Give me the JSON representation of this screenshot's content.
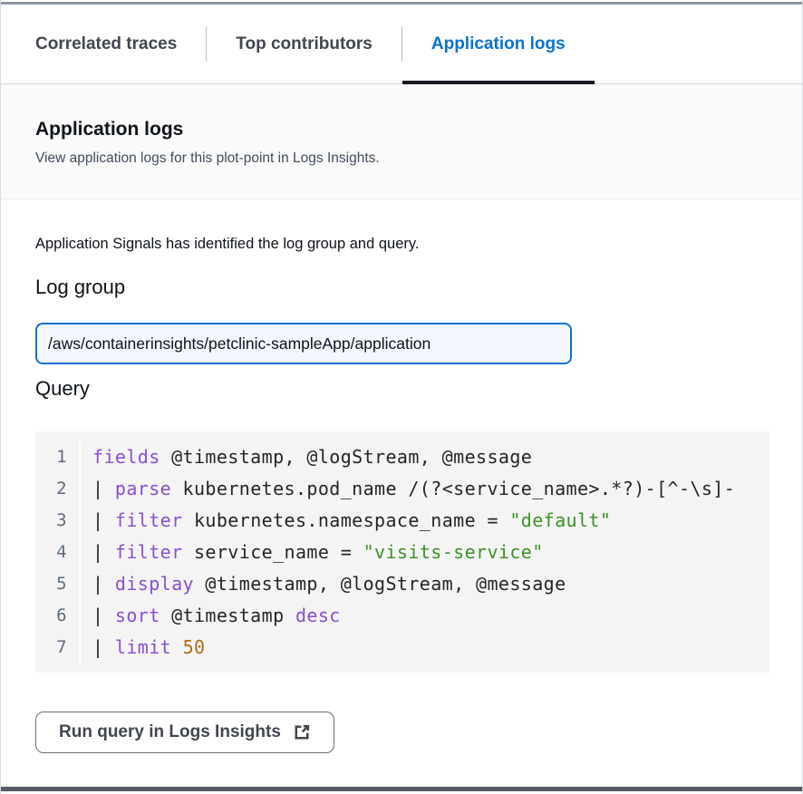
{
  "tabs": [
    {
      "label": "Correlated traces",
      "active": false
    },
    {
      "label": "Top contributors",
      "active": false
    },
    {
      "label": "Application logs",
      "active": true
    }
  ],
  "panel": {
    "title": "Application logs",
    "description": "View application logs for this plot-point in Logs Insights."
  },
  "main": {
    "intro": "Application Signals has identified the log group and query.",
    "log_group": {
      "label": "Log group",
      "value": "/aws/containerinsights/petclinic-sampleApp/application"
    },
    "query": {
      "label": "Query",
      "lines": [
        [
          {
            "t": "kw",
            "v": "fields"
          },
          {
            "t": "txt",
            "v": " @timestamp, @logStream, @message"
          }
        ],
        [
          {
            "t": "txt",
            "v": "| "
          },
          {
            "t": "kw",
            "v": "parse"
          },
          {
            "t": "txt",
            "v": " kubernetes.pod_name /(?<service_name>.*?)-[^-\\s]-"
          }
        ],
        [
          {
            "t": "txt",
            "v": "| "
          },
          {
            "t": "kw",
            "v": "filter"
          },
          {
            "t": "txt",
            "v": " kubernetes.namespace_name = "
          },
          {
            "t": "str",
            "v": "\"default\""
          }
        ],
        [
          {
            "t": "txt",
            "v": "| "
          },
          {
            "t": "kw",
            "v": "filter"
          },
          {
            "t": "txt",
            "v": " service_name = "
          },
          {
            "t": "str",
            "v": "\"visits-service\""
          }
        ],
        [
          {
            "t": "txt",
            "v": "| "
          },
          {
            "t": "kw",
            "v": "display"
          },
          {
            "t": "txt",
            "v": " @timestamp, @logStream, @message"
          }
        ],
        [
          {
            "t": "txt",
            "v": "| "
          },
          {
            "t": "kw",
            "v": "sort"
          },
          {
            "t": "txt",
            "v": " @timestamp "
          },
          {
            "t": "kw",
            "v": "desc"
          }
        ],
        [
          {
            "t": "txt",
            "v": "| "
          },
          {
            "t": "kw",
            "v": "limit"
          },
          {
            "t": "txt",
            "v": " "
          },
          {
            "t": "num",
            "v": "50"
          }
        ]
      ]
    },
    "run_button": {
      "label": "Run query in Logs Insights",
      "icon": "external-link-icon"
    }
  },
  "colors": {
    "accent_blue": "#0c72d0",
    "active_tab_underline": "#16191f",
    "keyword": "#8a4fcf",
    "string": "#3f8f29",
    "number": "#b06d1a",
    "code_text": "#232629",
    "line_number": "#5f6b7a"
  }
}
